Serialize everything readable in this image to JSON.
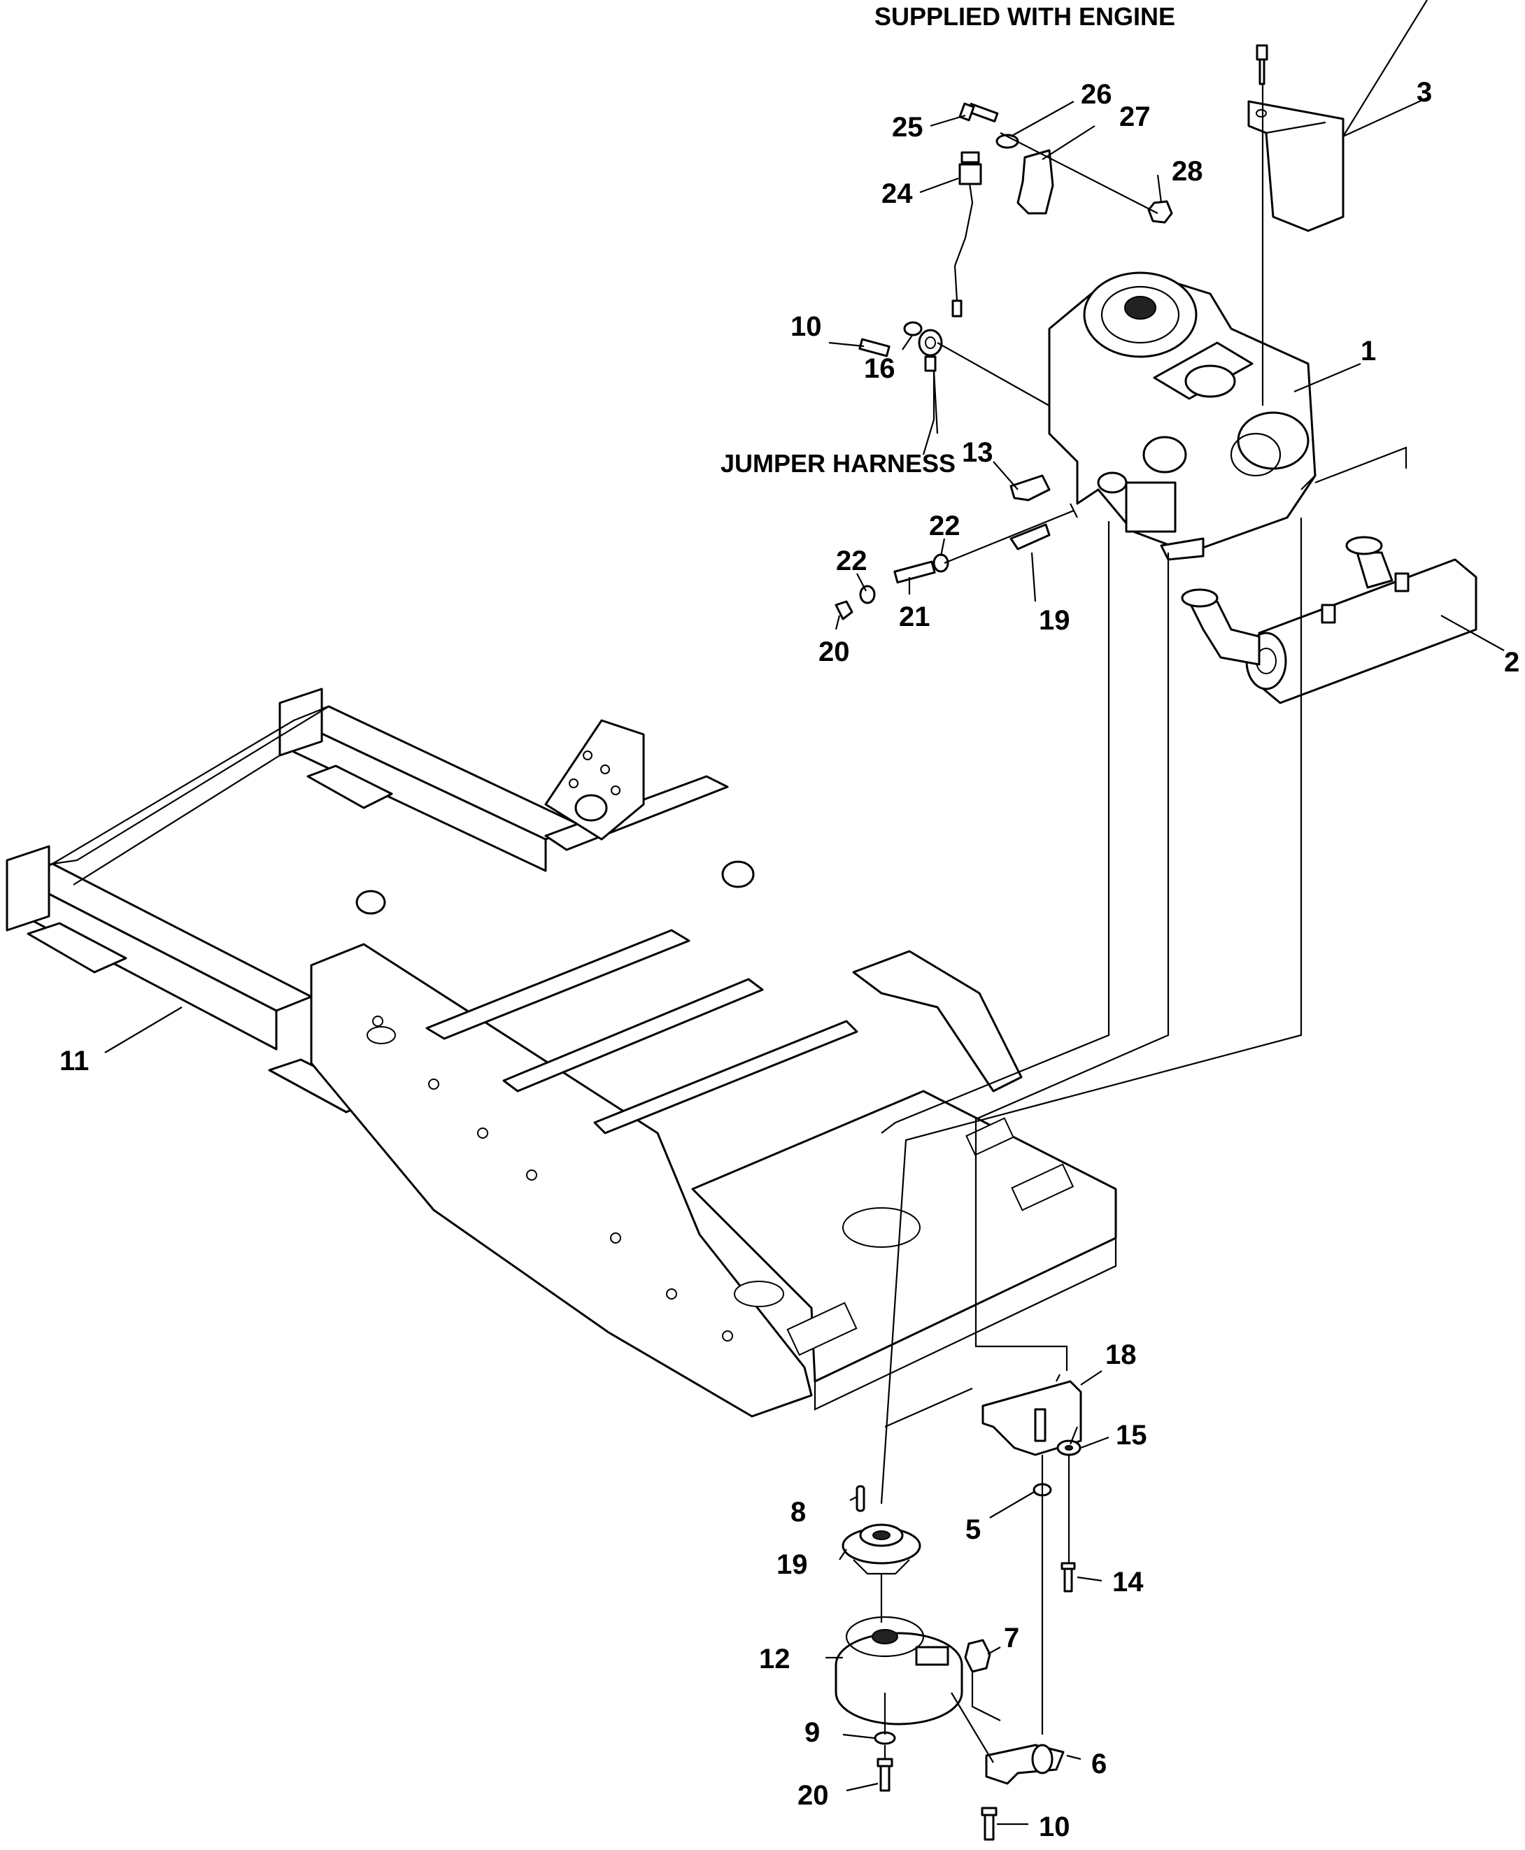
{
  "notes": {
    "supplied_with_engine": "SUPPLIED WITH ENGINE",
    "jumper_harness": "JUMPER HARNESS"
  },
  "callouts": {
    "c1": "1",
    "c2": "2",
    "c3": "3",
    "c5": "5",
    "c6": "6",
    "c7": "7",
    "c8": "8",
    "c9": "9",
    "c10a": "10",
    "c10b": "10",
    "c11": "11",
    "c12": "12",
    "c13": "13",
    "c14": "14",
    "c15": "15",
    "c16": "16",
    "c18": "18",
    "c19a": "19",
    "c19b": "19",
    "c20a": "20",
    "c20b": "20",
    "c21": "21",
    "c22a": "22",
    "c22b": "22",
    "c24": "24",
    "c25": "25",
    "c26": "26",
    "c27": "27",
    "c28": "28"
  }
}
